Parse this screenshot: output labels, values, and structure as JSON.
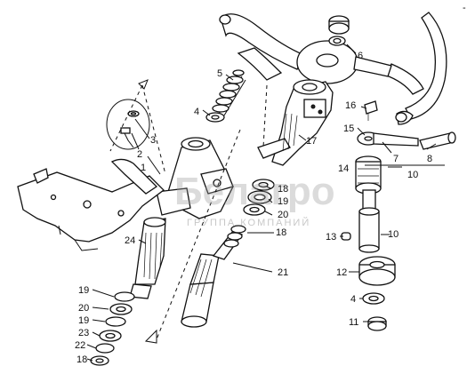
{
  "watermark": {
    "brand": "Белагро",
    "sub": "ГРУППА КОМПАНИЙ"
  },
  "callouts": {
    "n1": "1",
    "n2": "2",
    "n3": "3",
    "n4a": "4",
    "n4b": "4",
    "n5": "5",
    "n6": "6",
    "n7": "7",
    "n8": "8",
    "n10a": "10",
    "n10b": "10",
    "n11": "11",
    "n12": "12",
    "n13": "13",
    "n14": "14",
    "n15": "15",
    "n16": "16",
    "n17": "17",
    "n18a": "18",
    "n18b": "18",
    "n18c": "18",
    "n19a": "19",
    "n19b": "19",
    "n19c": "19",
    "n20a": "20",
    "n20b": "20",
    "n21": "21",
    "n22": "22",
    "n23": "23",
    "n24": "24"
  },
  "corner_mark": "-"
}
